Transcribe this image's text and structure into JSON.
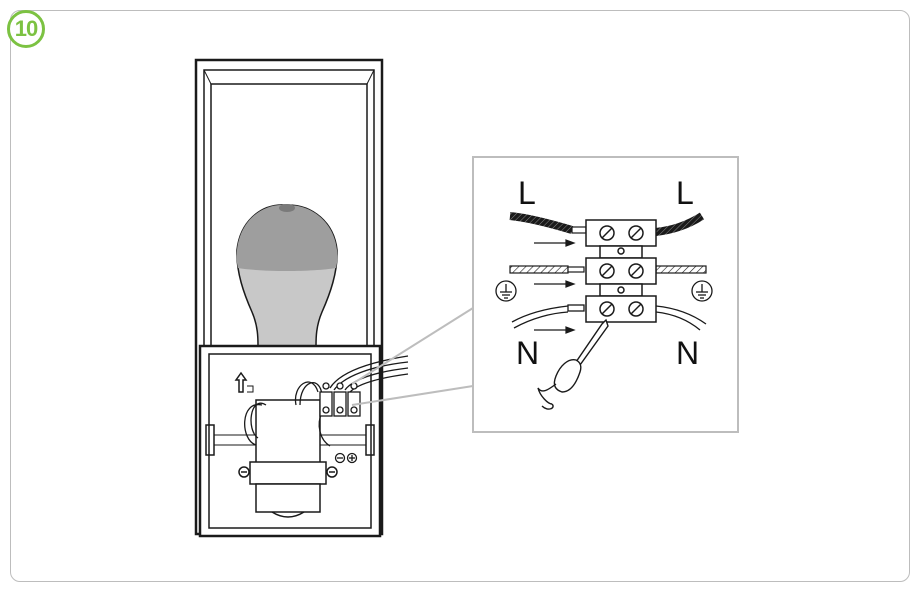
{
  "step": {
    "number": "10"
  },
  "detail": {
    "live_left": "L",
    "live_right": "L",
    "neutral_left": "N",
    "neutral_right": "N"
  },
  "colors": {
    "accent": "#7cc242",
    "line": "#1a1a1a",
    "frame": "#bdbdbd"
  },
  "icons": [
    "earth-ground-icon",
    "screwdriver-icon",
    "terminal-screw-icon",
    "light-bulb-icon"
  ]
}
